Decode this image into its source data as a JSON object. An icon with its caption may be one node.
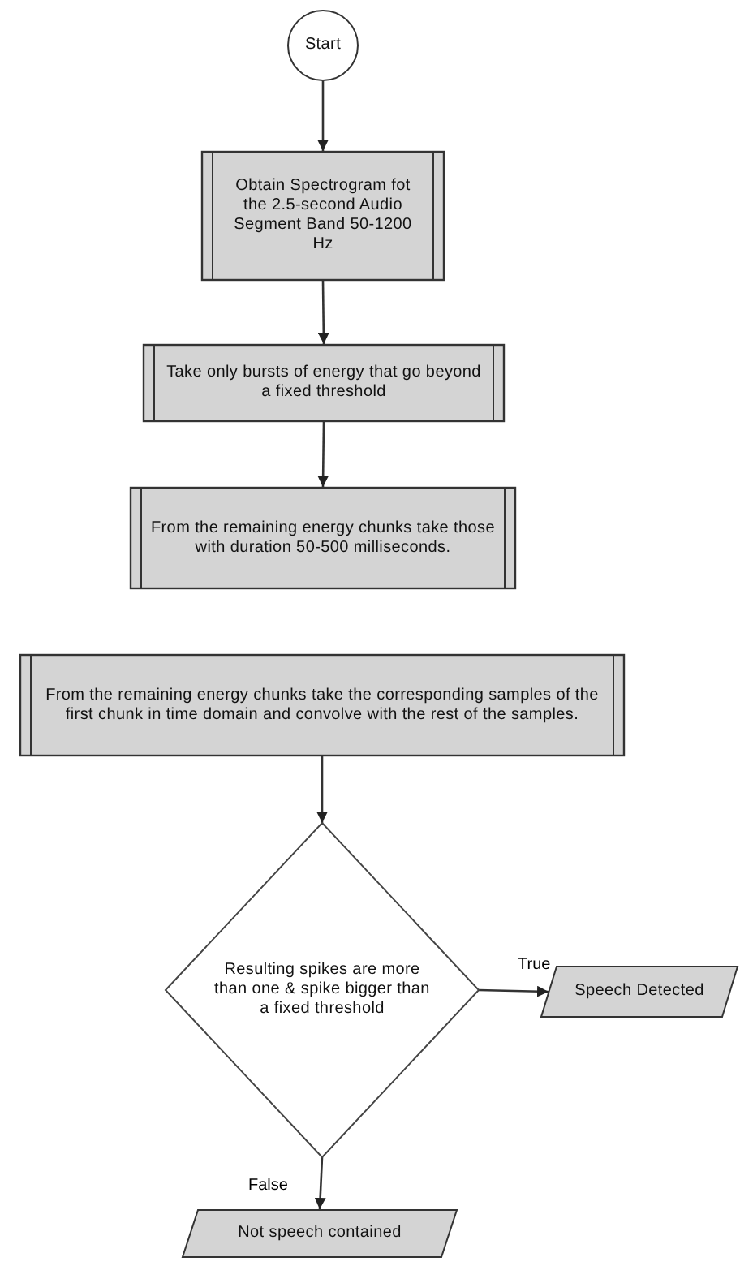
{
  "diagram": {
    "nodes": [
      {
        "text": [
          "Start"
        ]
      },
      {
        "text": [
          "Obtain Spectrogram fot the 2.5-second Audio Segment Band 50-1200 Hz"
        ]
      },
      {
        "text": [
          "Take only bursts of energy that go beyond a fixed threshold"
        ]
      },
      {
        "text": [
          "From the remaining energy chunks take those with duration 50-500 milliseconds."
        ]
      },
      {
        "text": [
          "From the remaining energy chunks take the corresponding samples of the first chunk in time domain and convolve with the rest of the samples."
        ]
      },
      {
        "text": [
          "Resulting spikes are more than one & spike bigger than a fixed threshold"
        ]
      },
      {
        "text": [
          "Speech Detected"
        ]
      },
      {
        "text": [
          "Not speech contained"
        ]
      }
    ],
    "edges": [
      {
        "from": 0,
        "to": 1,
        "arrow": "to"
      },
      {
        "from": 1,
        "to": 2,
        "arrow": "to"
      },
      {
        "from": 2,
        "to": 3,
        "arrow": "to"
      },
      {
        "from": 4,
        "to": 5,
        "arrow": "to"
      },
      {
        "from": 5,
        "to": 6,
        "arrow": "to",
        "label": "True"
      },
      {
        "from": 5,
        "to": 7,
        "arrow": "to",
        "label": "False"
      }
    ]
  }
}
